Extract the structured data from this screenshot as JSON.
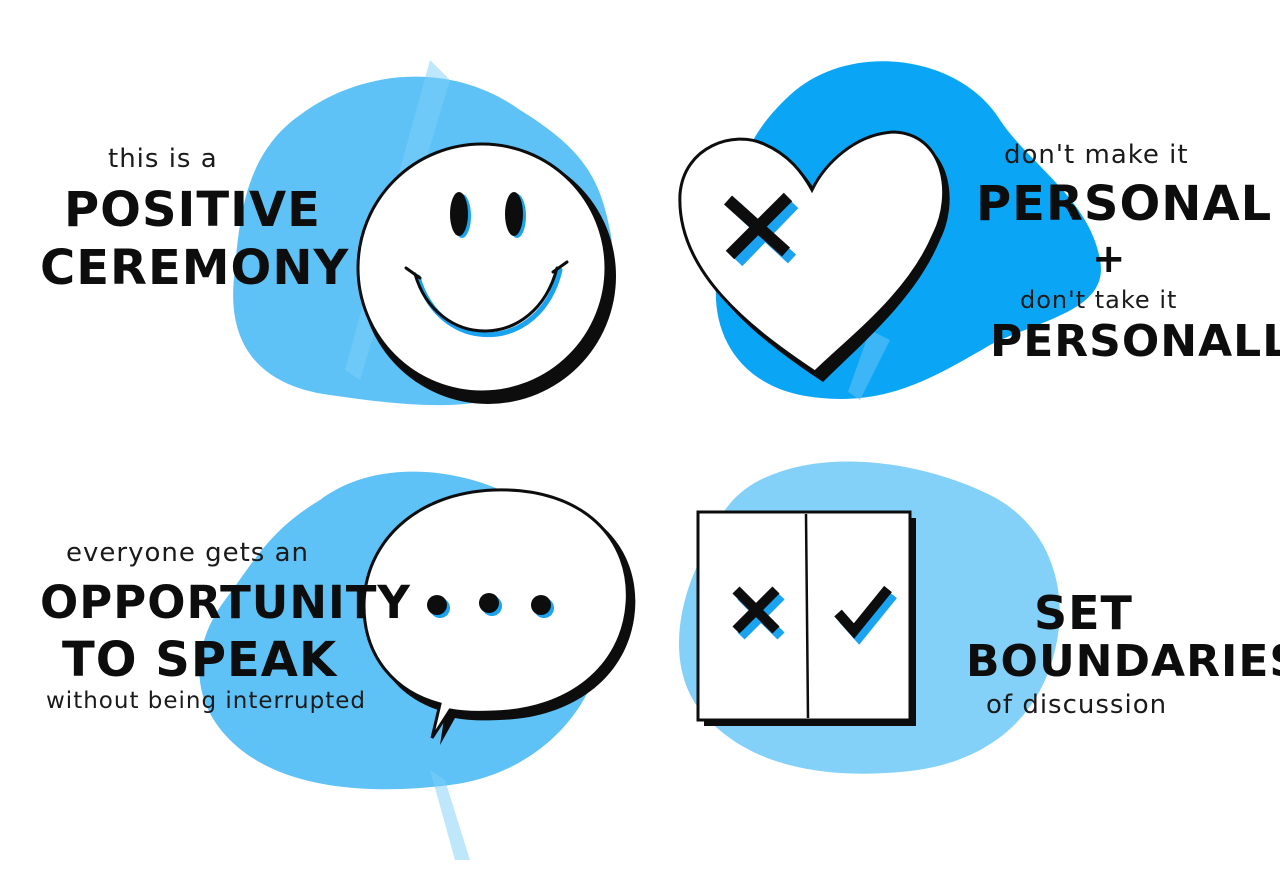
{
  "panels": {
    "positive": {
      "intro": "this is a",
      "line1": "POSITIVE",
      "line2": "CEREMONY",
      "icon": "smiley-face-icon"
    },
    "personal": {
      "intro": "don't make it",
      "line1": "PERSONAL",
      "plus": "+",
      "intro2": "don't take it",
      "line2": "PERSONALLY",
      "icon": "crossed-heart-icon"
    },
    "speak": {
      "intro": "everyone gets an",
      "line1": "OPPORTUNITY",
      "line2": "TO SPEAK",
      "outro": "without being interrupted",
      "icon": "speech-bubble-icon"
    },
    "boundaries": {
      "line1": "SET",
      "line2": "BOUNDARIES",
      "outro": "of discussion",
      "icon": "cross-check-board-icon"
    }
  },
  "colors": {
    "blob_light": "#5ec2f7",
    "blob_bright": "#0aa6f5",
    "blob_pale": "#83d1f8",
    "accent_blue": "#1aa3f0",
    "ink": "#0d0d0d",
    "paper": "#ffffff"
  }
}
